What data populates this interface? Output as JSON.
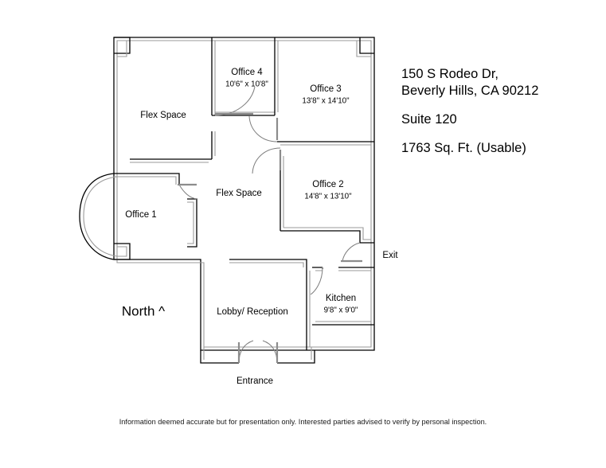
{
  "property": {
    "address_line_1": "150 S Rodeo Dr,",
    "address_line_2": "Beverly Hills, CA 90212",
    "suite": "Suite 120",
    "area": "1763 Sq. Ft. (Usable)"
  },
  "floorplan": {
    "rooms": [
      {
        "id": "flex-space-upper",
        "label": "Flex Space",
        "dims": ""
      },
      {
        "id": "office-4",
        "label": "Office 4",
        "dims": "10'6\" x 10'8\""
      },
      {
        "id": "office-3",
        "label": "Office 3",
        "dims": "13'8\" x 14'10\""
      },
      {
        "id": "office-2",
        "label": "Office 2",
        "dims": "14'8\" x 13'10\""
      },
      {
        "id": "flex-space-mid",
        "label": "Flex Space",
        "dims": ""
      },
      {
        "id": "office-1",
        "label": "Office 1",
        "dims": ""
      },
      {
        "id": "lobby-reception",
        "label": "Lobby/ Reception",
        "dims": ""
      },
      {
        "id": "kitchen",
        "label": "Kitchen",
        "dims": "9'8\" x 9'0\""
      }
    ],
    "markers": {
      "exit": "Exit",
      "entrance": "Entrance",
      "north": "North ^"
    }
  },
  "footer": {
    "disclaimer": "Information deemed accurate but for presentation only. Interested parties advised to verify by personal inspection."
  },
  "colors": {
    "wall_outer": "#000000",
    "wall_inner": "#9a9a9a",
    "door": "#8c8c8c",
    "text": "#000000",
    "background": "#ffffff"
  }
}
